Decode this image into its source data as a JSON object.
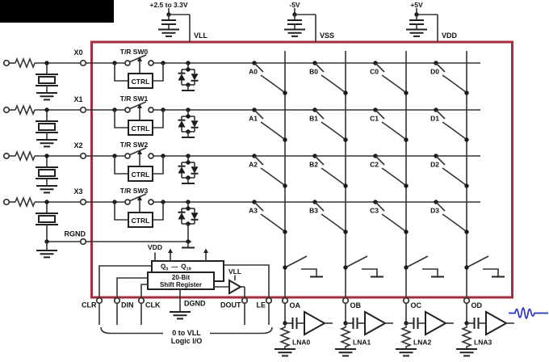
{
  "colors": {
    "border": "#A12F3F",
    "waveform": "#2633C4",
    "wire": "#333333",
    "background": "#FFFFFF"
  },
  "power_rails": [
    {
      "voltage": "+2.5 to 3.3V",
      "pin": "VLL"
    },
    {
      "voltage": "-5V",
      "pin": "VSS"
    },
    {
      "voltage": "+5V",
      "pin": "VDD"
    }
  ],
  "channels": [
    {
      "input": "X0",
      "switch_label": "T/R SW0",
      "ctrl": "CTRL"
    },
    {
      "input": "X1",
      "switch_label": "T/R SW1",
      "ctrl": "CTRL"
    },
    {
      "input": "X2",
      "switch_label": "T/R SW2",
      "ctrl": "CTRL"
    },
    {
      "input": "X3",
      "switch_label": "T/R SW3",
      "ctrl": "CTRL"
    }
  ],
  "rgnd": {
    "label": "RGND"
  },
  "matrix": {
    "rows": [
      [
        "A0",
        "B0",
        "C0",
        "D0"
      ],
      [
        "A1",
        "B1",
        "C1",
        "D1"
      ],
      [
        "A2",
        "B2",
        "C2",
        "D2"
      ],
      [
        "A3",
        "B3",
        "C3",
        "D3"
      ]
    ]
  },
  "logic": {
    "vdd": "VDD",
    "vll": "VLL",
    "q_first": "Q",
    "q_first_sub": "0",
    "q_dots": "---",
    "q_last": "Q",
    "q_last_sub": "19",
    "shift_line1": "20-Bit",
    "shift_line2": "Shift Register",
    "pins": {
      "clr": "CLR",
      "din": "DIN",
      "clk": "CLK",
      "dgnd": "DGND",
      "dout": "DOUT",
      "le": "LE"
    },
    "brace_line1": "0 to VLL",
    "brace_line2": "Logic I/O"
  },
  "outputs": [
    {
      "pin": "OA",
      "lna": "LNA0"
    },
    {
      "pin": "OB",
      "lna": "LNA1"
    },
    {
      "pin": "OC",
      "lna": "LNA2"
    },
    {
      "pin": "OD",
      "lna": "LNA3"
    }
  ]
}
